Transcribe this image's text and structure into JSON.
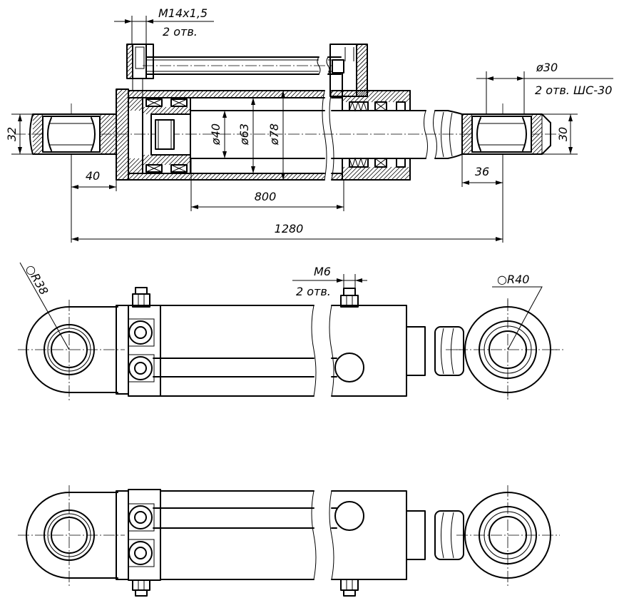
{
  "section_view": {
    "port_thread": "M14x1,5",
    "port_count": "2 отв.",
    "bearing_diameter": "ø30",
    "bearing_spec": "2 отв. ШС-30",
    "left_eye_width": "32",
    "right_eye_width": "30",
    "rod_diameter": "ø40",
    "bore_diameter": "ø63",
    "tube_diameter": "ø78",
    "left_eye_offset": "40",
    "stroke": "800",
    "right_eye_offset": "36",
    "overall_length": "1280"
  },
  "side_view": {
    "fitting_thread": "M6",
    "fitting_count": "2 отв.",
    "left_eye_radius": "○R38",
    "right_eye_radius": "○R40"
  }
}
